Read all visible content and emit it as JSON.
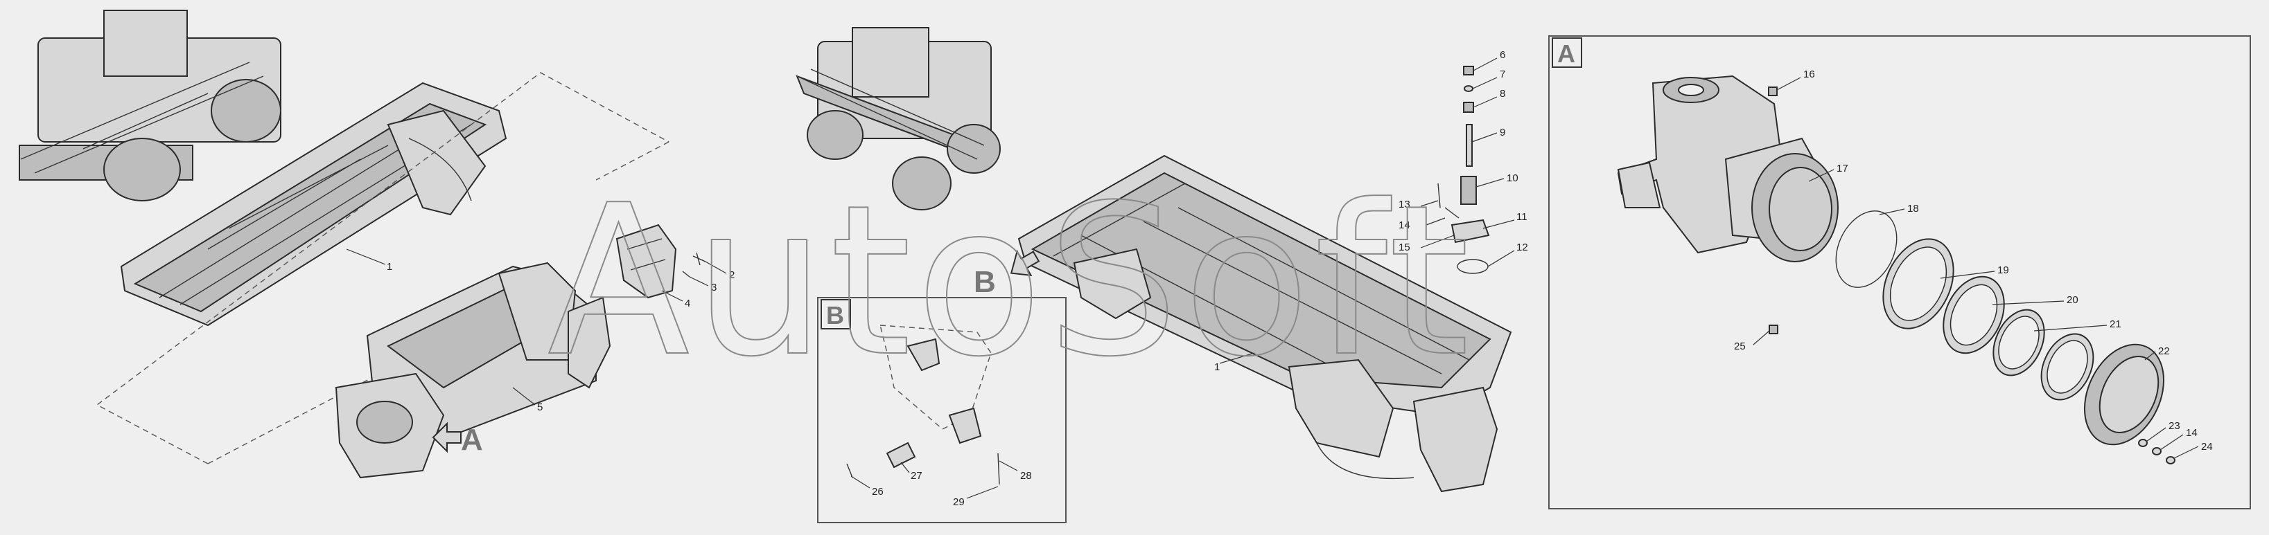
{
  "watermark": "AutoSoft",
  "callouts": {
    "view_a": "A",
    "view_b": "B"
  },
  "labels": {
    "p1a": "1",
    "p2": "2",
    "p3": "3",
    "p4": "4",
    "p5": "5",
    "p6": "6",
    "p7": "7",
    "p8": "8",
    "p9": "9",
    "p10": "10",
    "p11": "11",
    "p12": "12",
    "p13": "13",
    "p14a": "14",
    "p15": "15",
    "p1b": "1",
    "p26": "26",
    "p27": "27",
    "p28": "28",
    "p29": "29",
    "p16": "16",
    "p17": "17",
    "p18": "18",
    "p19": "19",
    "p20": "20",
    "p21": "21",
    "p22": "22",
    "p23": "23",
    "p14b": "14",
    "p24": "24",
    "p25": "25"
  },
  "colors": {
    "background": "#efefef",
    "part_fill": "#d7d7d7",
    "line": "#2b2b2b",
    "watermark": "#8a8a8a"
  }
}
